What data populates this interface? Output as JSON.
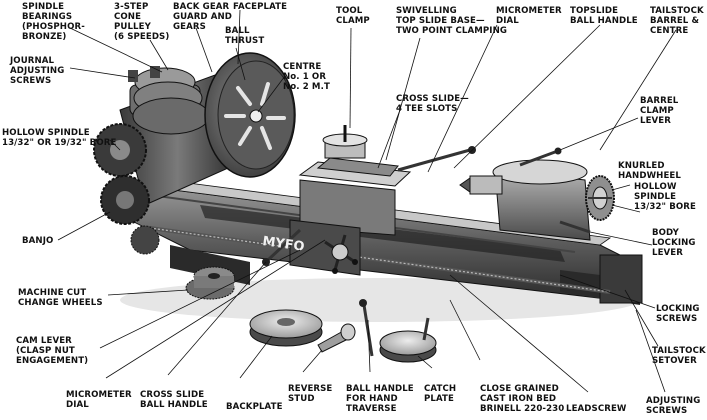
{
  "labels": {
    "spindle_bearings": "SPINDLE\nBEARINGS\n(PHOSPHOR-\nBRONZE)",
    "cone_pulley": "3-STEP\nCONE\nPULLEY\n(6 SPEEDS)",
    "back_gear": "BACK GEAR\nGUARD AND\nGEARS",
    "faceplate": "FACEPLATE",
    "ball_thrust": "BALL\nTHRUST",
    "tool_clamp": "TOOL\nCLAMP",
    "swivelling": "SWIVELLING\nTOP SLIDE BASE—\nTWO POINT CLAMPING",
    "micrometer_dial_top": "MICROMETER\nDIAL",
    "topslide": "TOPSLIDE\nBALL HANDLE",
    "tailstock_barrel": "TAILSTOCK\nBARREL &\nCENTRE",
    "journal": "JOURNAL\nADJUSTING\nSCREWS",
    "centre": "CENTRE\nNo. 1 OR\nNo. 2 M.T",
    "hollow_spindle_left": "HOLLOW SPINDLE\n13/32\" OR 19/32\" BORE",
    "cross_slide": "CROSS SLIDE—\n4 TEE SLOTS",
    "barrel_clamp": "BARREL\nCLAMP\nLEVER",
    "knurled": "KNURLED\nHANDWHEEL",
    "hollow_spindle_right": "HOLLOW\nSPINDLE\n13/32\" BORE",
    "banjo": "BANJO",
    "body_locking": "BODY\nLOCKING\nLEVER",
    "change_wheels": "MACHINE CUT\nCHANGE WHEELS",
    "locking_screws": "LOCKING\nSCREWS",
    "cam_lever": "CAM LEVER\n(CLASP NUT\nENGAGEMENT)",
    "tailstock_setover": "TAILSTOCK\nSETOVER",
    "micrometer_dial_bottom": "MICROMETER\nDIAL",
    "cross_slide_handle": "CROSS SLIDE\nBALL HANDLE",
    "backplate": "BACKPLATE",
    "reverse_stud": "REVERSE\nSTUD",
    "ball_handle": "BALL HANDLE\nFOR HAND\nTRAVERSE",
    "catch_plate": "CATCH\nPLATE",
    "bed": "CLOSE GRAINED\nCAST IRON BED\nBRINELL 220-230",
    "leadscrew": "LEADSCREW",
    "adjusting_screws": "ADJUSTING\nSCREWS"
  },
  "bed_brand": "MYFO",
  "colors": {
    "ink": "#111111",
    "metal_dark": "#2a2a2a",
    "metal_mid": "#8a8a8a",
    "metal_light": "#d9d9d9",
    "paper": "#ffffff"
  }
}
